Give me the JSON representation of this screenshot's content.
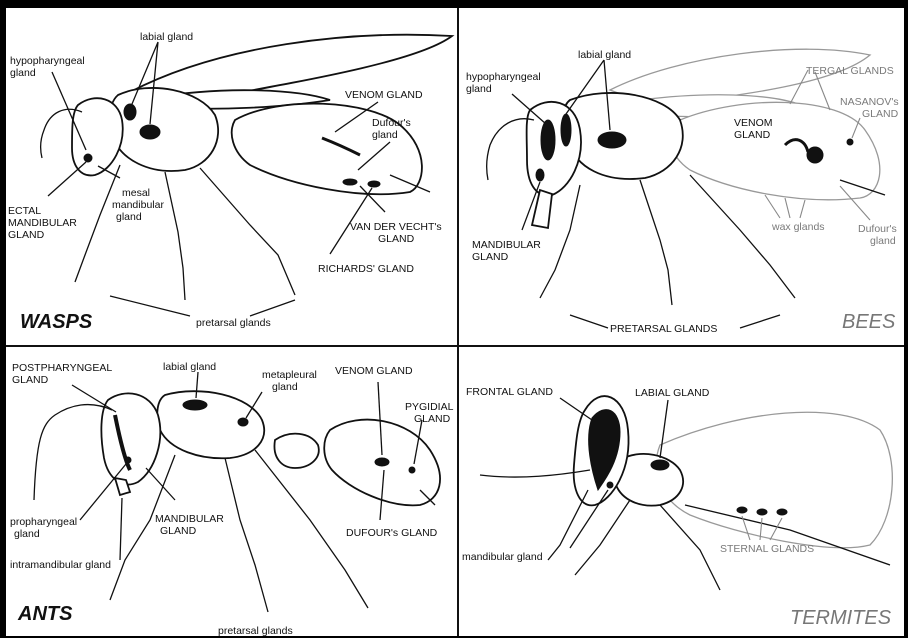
{
  "panels": {
    "wasps": {
      "title": "WASPS",
      "labels": {
        "hypopharyngeal": "hypopharyngeal\ngland",
        "labial": "labial gland",
        "venom": "VENOM GLAND",
        "dufour": "Dufour's\ngland",
        "ectal": "ECTAL\nMANDIBULAR\nGLAND",
        "mesal": "mesal\nmandibular\ngland",
        "vandervecht": "VAN DER VECHT's\nGLAND",
        "richards": "RICHARDS' GLAND",
        "pretarsal": "pretarsal glands"
      }
    },
    "bees": {
      "title": "BEES",
      "labels": {
        "labial": "labial gland",
        "hypopharyngeal": "hypopharyngeal\ngland",
        "tergal": "TERGAL GLANDS",
        "nasanov": "NASANOV's\nGLAND",
        "venom": "VENOM\nGLAND",
        "mandibular": "MANDIBULAR\nGLAND",
        "wax": "wax glands",
        "dufour": "Dufour's\ngland",
        "pretarsal": "PRETARSAL GLANDS"
      }
    },
    "ants": {
      "title": "ANTS",
      "labels": {
        "postpharyngeal": "POSTPHARYNGEAL\nGLAND",
        "labial": "labial gland",
        "metapleural": "metapleural\ngland",
        "venom": "VENOM GLAND",
        "pygidial": "PYGIDIAL\nGLAND",
        "propharyngeal": "propharyngeal\ngland",
        "mandibular": "MANDIBULAR\nGLAND",
        "dufour": "DUFOUR's GLAND",
        "intramandibular": "intramandibular gland",
        "pretarsal": "pretarsal glands"
      }
    },
    "termites": {
      "title": "TERMITES",
      "labels": {
        "frontal": "FRONTAL GLAND",
        "labial": "LABIAL GLAND",
        "mandibular": "mandibular gland",
        "sternal": "STERNAL GLANDS"
      }
    }
  }
}
